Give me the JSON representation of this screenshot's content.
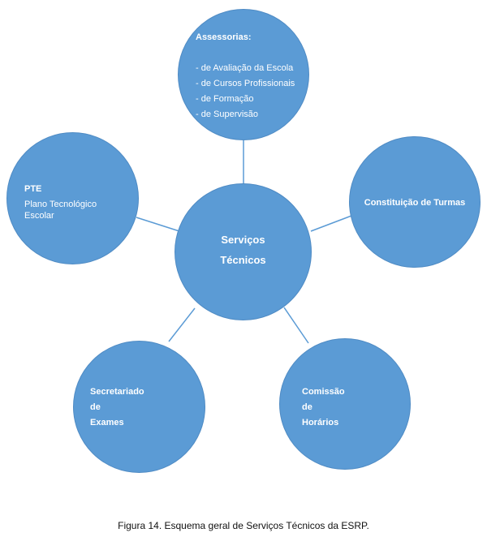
{
  "center": {
    "line1": "Serviços",
    "line2": "Técnicos"
  },
  "nodes": {
    "assessorias": {
      "title": "Assessorias:",
      "items": [
        "- de Avaliação da Escola",
        "- de Cursos Profissionais",
        "- de Formação",
        "- de Supervisão"
      ]
    },
    "pte": {
      "title": "PTE",
      "line1": "Plano Tecnológico",
      "line2": "Escolar"
    },
    "turmas": {
      "title": "Constituição de Turmas"
    },
    "exames": {
      "line1": "Secretariado",
      "line2": "de",
      "line3": "Exames"
    },
    "horarios": {
      "line1": "Comissão",
      "line2": "de",
      "line3": "Horários"
    }
  },
  "caption": "Figura 14. Esquema geral de Serviços Técnicos da ESRP.",
  "colors": {
    "circle_fill": "#5b9bd5",
    "circle_text": "#ffffff"
  }
}
